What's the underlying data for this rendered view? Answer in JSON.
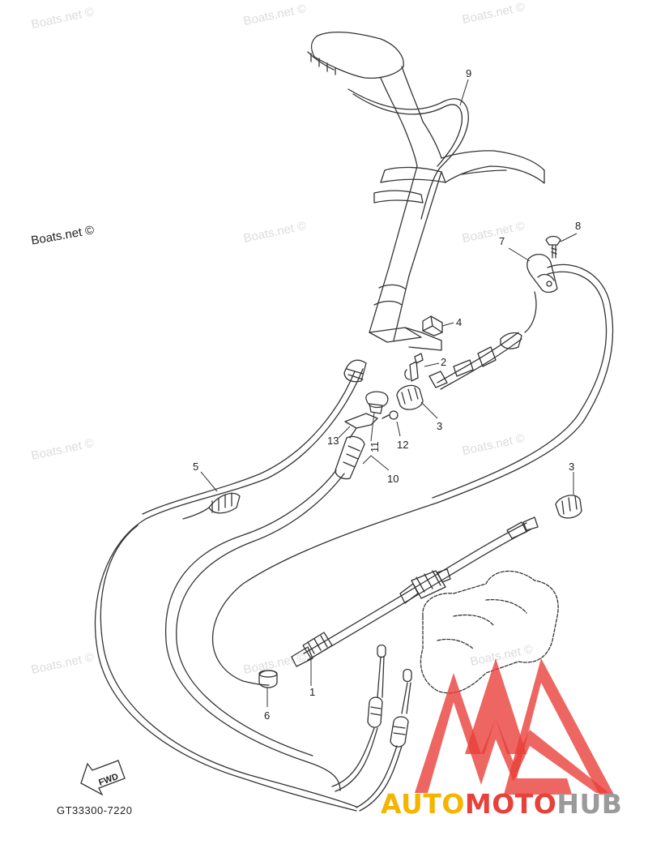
{
  "watermark": "Boats.net ©",
  "part_code": "GT33300-7220",
  "fwd_label": "FWD",
  "brand": {
    "part1": "AUTO",
    "part2": "MOTO",
    "part3": "HUB"
  },
  "callouts": [
    "1",
    "2",
    "3",
    "3",
    "4",
    "5",
    "6",
    "7",
    "8",
    "9",
    "10",
    "11",
    "12",
    "13"
  ],
  "colors": {
    "line": "#333333",
    "logo_red": "#e8403a",
    "logo_yellow": "#f4b400",
    "logo_gray": "#9a9a9a",
    "watermark": "#dcdcdc"
  }
}
